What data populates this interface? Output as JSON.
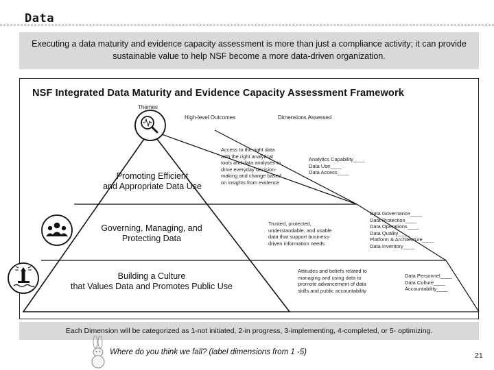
{
  "slide": {
    "title": "Data",
    "intro": "Executing a data maturity and evidence capacity assessment is more than just a compliance activity; it can provide sustainable value to help NSF become a more data-driven organization.",
    "page_number": "21"
  },
  "framework": {
    "title": "NSF Integrated Data Maturity and Evidence Capacity Assessment Framework",
    "column_headers": {
      "themes": "Themes",
      "outcomes": "High-level Outcomes",
      "dimensions": "Dimensions Assessed"
    },
    "themes": [
      {
        "label_line1": "Promoting Efficient",
        "label_line2": "and Appropriate Data Use",
        "icon": "magnifier-chart-icon",
        "outcome_lines": [
          "Access to the right data",
          "with the right analytical",
          "tools and data analyses to",
          "drive everyday decision-",
          "making and change based",
          "on insights from evidence"
        ],
        "dimension_lines": [
          "Analytics Capability____",
          "Data Use____",
          "Data Access____"
        ]
      },
      {
        "label_line1": "Governing,  Managing, and",
        "label_line2": "Protecting Data",
        "icon": "people-group-icon",
        "outcome_lines": [
          "Trusted, protected,",
          "understandable, and usable",
          "data that support business-",
          "driven information needs"
        ],
        "dimension_lines": [
          "Data Governance____",
          "Data Protection____",
          "Data Operations____",
          "Data Quality____",
          "Platform & Architecture____",
          "Data Inventory____"
        ]
      },
      {
        "label_line1": "Building a Culture",
        "label_line2": "that Values Data and Promotes Public Use",
        "icon": "lighthouse-icon",
        "outcome_lines": [
          "Attitudes and beliefs related to",
          "managing and using data to",
          "promote advancement of data",
          "skills and public accountability"
        ],
        "dimension_lines": [
          "Data Personnel____",
          "Data Culture____",
          "Accountability____"
        ]
      }
    ]
  },
  "footer": {
    "scale_note": "Each Dimension will be categorized as 1-not initiated, 2-in progress, 3-implementing, 4-completed, or 5- optimizing.",
    "question": "Where do you think we fall? (label dimensions from 1 -5)",
    "mascot_icon": "rabbit-icon"
  },
  "colors": {
    "panel_gray": "#d9d9d9",
    "line": "#111111"
  }
}
